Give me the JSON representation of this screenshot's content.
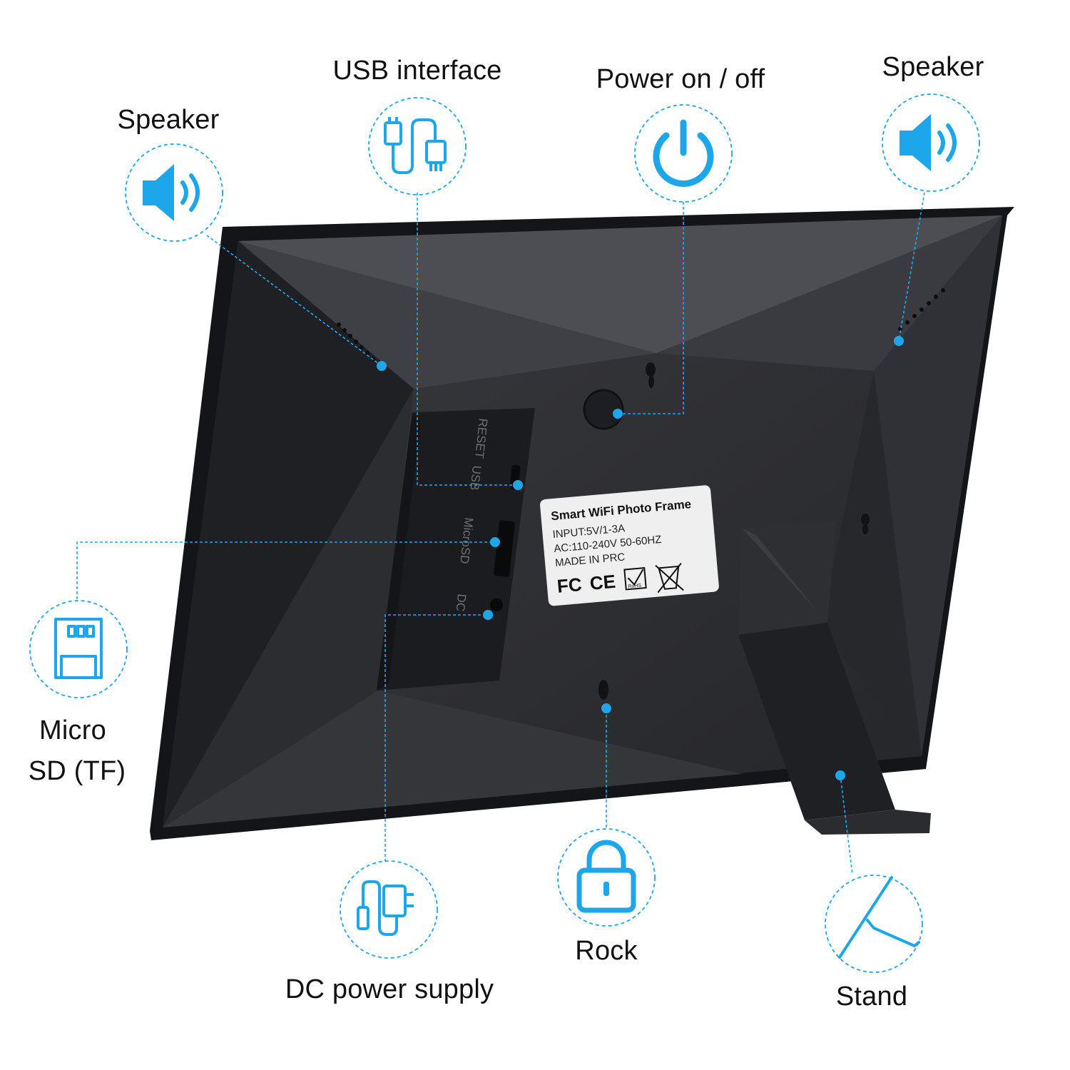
{
  "colors": {
    "accent": "#1ea6ea",
    "frame_body": "#2a2b2e",
    "frame_edge": "#111214",
    "sticker": "#efefef",
    "label_text": "#111111"
  },
  "callouts": {
    "speaker_left": {
      "label": "Speaker",
      "icon": "speaker-icon"
    },
    "usb": {
      "label": "USB interface",
      "icon": "usb-cable-icon"
    },
    "power": {
      "label": "Power on / off",
      "icon": "power-icon"
    },
    "speaker_right": {
      "label": "Speaker",
      "icon": "speaker-icon"
    },
    "micro_sd": {
      "label_line1": "Micro",
      "label_line2": "SD (TF)",
      "icon": "sd-card-icon"
    },
    "dc_power": {
      "label": "DC power supply",
      "icon": "power-adapter-icon"
    },
    "rock": {
      "label": "Rock",
      "icon": "lock-icon"
    },
    "stand": {
      "label": "Stand",
      "icon": "stand-icon"
    }
  },
  "sticker": {
    "title": "Smart WiFi Photo Frame",
    "line1": "INPUT:5V/1-3A",
    "line2": "AC:110-240V  50-60HZ",
    "line3": "MADE IN PRC",
    "fc": "FC",
    "ce": "CE",
    "rohs": "RoHS"
  },
  "port_labels": {
    "reset": "RESET",
    "usb": "USB",
    "micro_sd": "MicroSD",
    "dc": "DC"
  }
}
